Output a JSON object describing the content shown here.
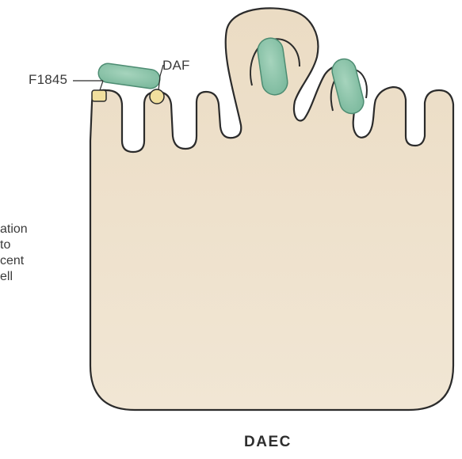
{
  "labels": {
    "f1845": "F1845",
    "daf": "DAF",
    "caption": "DAEC",
    "side_text": [
      "ation",
      "to",
      "cent",
      "ell"
    ]
  },
  "colors": {
    "cell_fill": "#ebdcc4",
    "cell_fill_light": "#f2e7d6",
    "cell_stroke": "#2b2b2b",
    "bacteria_fill": "#86c2a8",
    "bacteria_stroke": "#4d8c72",
    "receptor_fill": "#f1df9e"
  }
}
